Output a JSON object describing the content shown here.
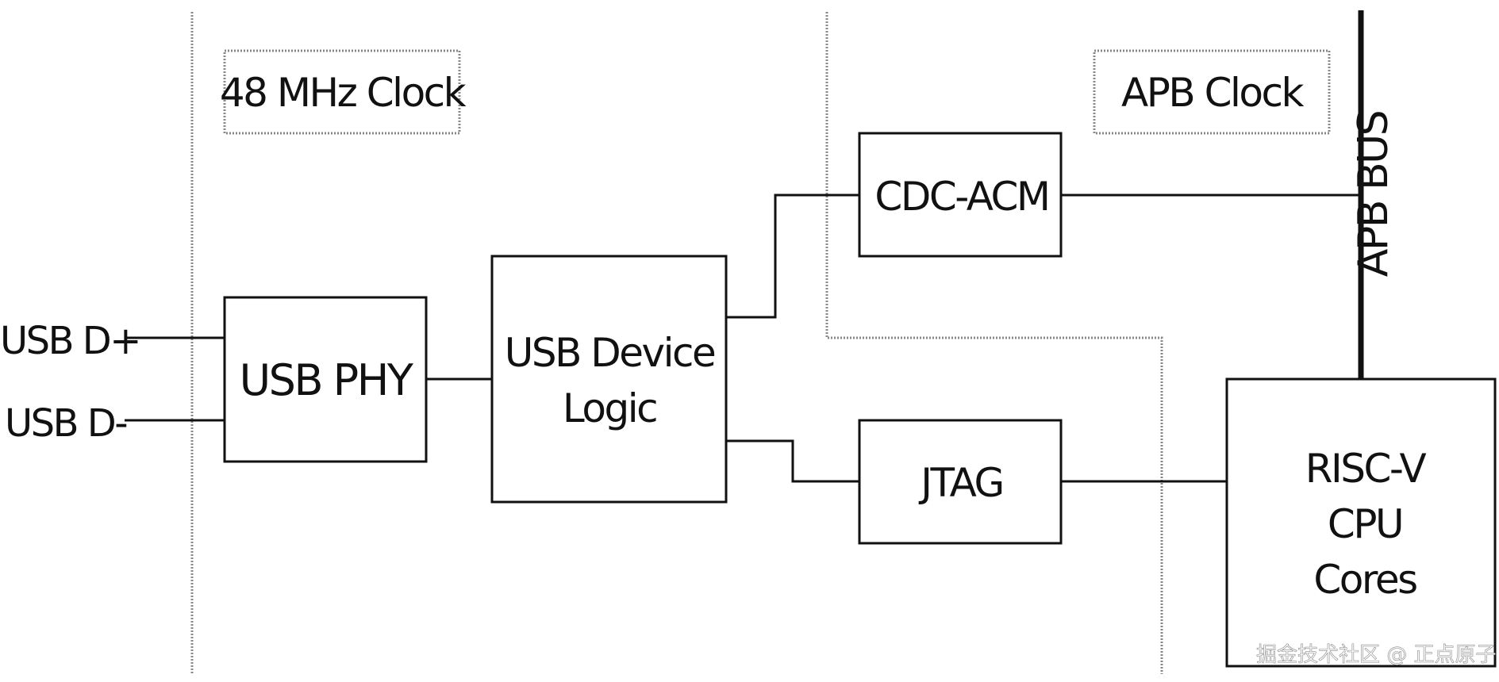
{
  "diagram": {
    "clock_48mhz": "48 MHz Clock",
    "apb_clock": "APB Clock",
    "apb_bus": "APB BUS",
    "usb_dp": "USB D+",
    "usb_dm": "USB D-",
    "usb_phy": "USB PHY",
    "usb_logic_line1": "USB Device",
    "usb_logic_line2": "Logic",
    "cdc_acm": "CDC-ACM",
    "jtag": "JTAG",
    "cpu_line1": "RISC-V",
    "cpu_line2": "CPU",
    "cpu_line3": "Cores"
  },
  "watermark": "掘金技术社区 @ 正点原子",
  "colors": {
    "line": "#111111",
    "divider": "#888888",
    "background": "#ffffff"
  }
}
